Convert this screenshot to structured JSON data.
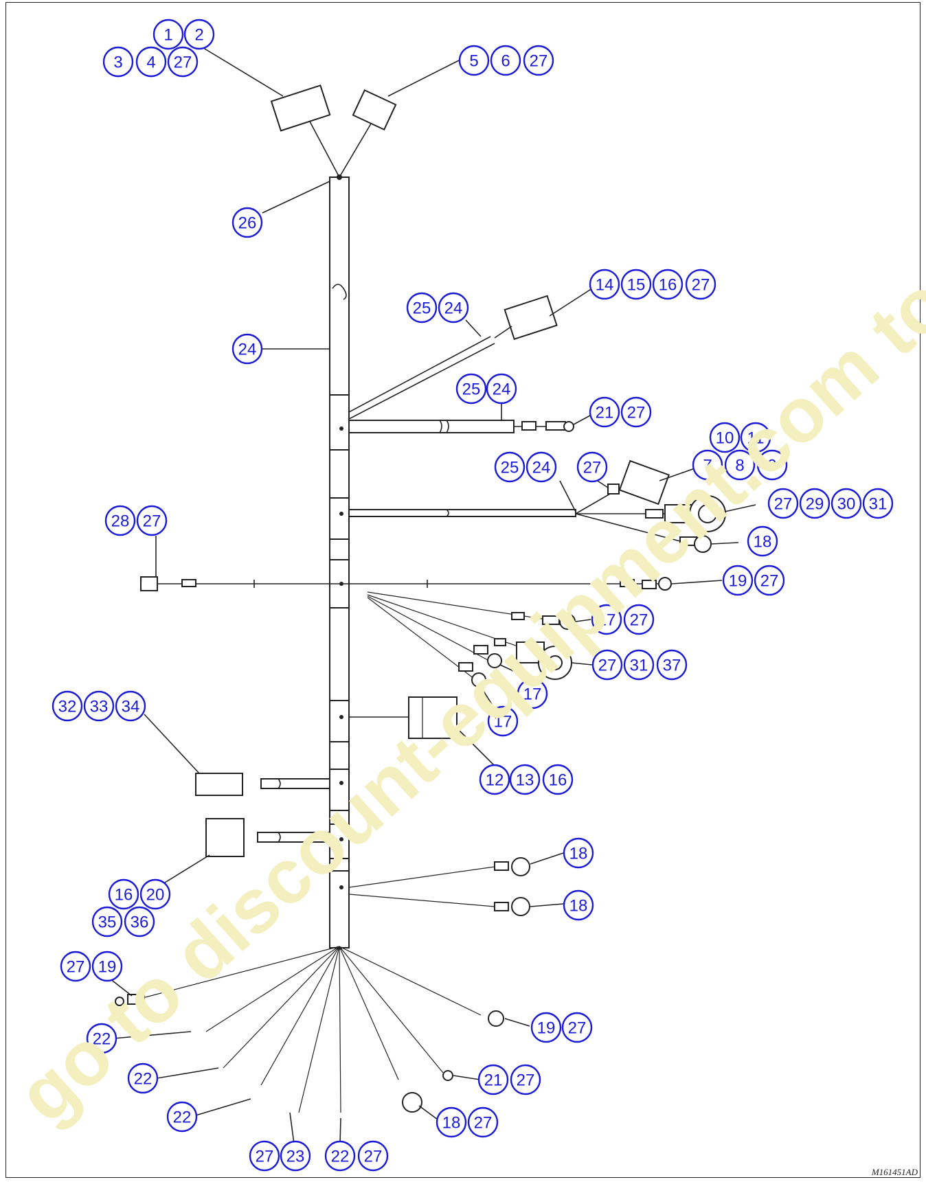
{
  "watermark": "go to discount-equipment.com to order your parts",
  "drawing_id": "M161451AD",
  "callout_groups": [
    {
      "id": "connector-top-left",
      "numbers": [
        "1",
        "2",
        "3",
        "4",
        "27"
      ]
    },
    {
      "id": "connector-top-right",
      "numbers": [
        "5",
        "6",
        "27"
      ]
    },
    {
      "id": "trunk-top",
      "numbers": [
        "26"
      ]
    },
    {
      "id": "trunk-main",
      "numbers": [
        "24"
      ]
    },
    {
      "id": "branch-upper",
      "numbers": [
        "25",
        "24"
      ]
    },
    {
      "id": "connector-upper-right",
      "numbers": [
        "14",
        "15",
        "16",
        "27"
      ]
    },
    {
      "id": "branch-second",
      "numbers": [
        "25",
        "24"
      ]
    },
    {
      "id": "terminal-second",
      "numbers": [
        "21",
        "27"
      ]
    },
    {
      "id": "connector-mid-right",
      "numbers": [
        "10",
        "11",
        "7",
        "8",
        "9"
      ]
    },
    {
      "id": "branch-third",
      "numbers": [
        "25",
        "24"
      ]
    },
    {
      "id": "fuse-third",
      "numbers": [
        "27"
      ]
    },
    {
      "id": "sensor-third",
      "numbers": [
        "27",
        "29",
        "30",
        "31"
      ]
    },
    {
      "id": "ring-third",
      "numbers": [
        "18"
      ]
    },
    {
      "id": "terminal-left",
      "numbers": [
        "28",
        "27"
      ]
    },
    {
      "id": "ring-right-long",
      "numbers": [
        "19",
        "27"
      ]
    },
    {
      "id": "ring-fan-1",
      "numbers": [
        "17",
        "27"
      ]
    },
    {
      "id": "sensor-fan",
      "numbers": [
        "27",
        "31",
        "37"
      ]
    },
    {
      "id": "ring-fan-2",
      "numbers": [
        "17"
      ]
    },
    {
      "id": "ring-fan-3",
      "numbers": [
        "17"
      ]
    },
    {
      "id": "connector-left-1",
      "numbers": [
        "32",
        "33",
        "34"
      ]
    },
    {
      "id": "connector-center",
      "numbers": [
        "12",
        "13",
        "16"
      ]
    },
    {
      "id": "connector-left-2",
      "numbers": [
        "16",
        "20",
        "35",
        "36"
      ]
    },
    {
      "id": "ring-lower-1",
      "numbers": [
        "18"
      ]
    },
    {
      "id": "ring-lower-2",
      "numbers": [
        "18"
      ]
    },
    {
      "id": "bottom-left-terminal",
      "numbers": [
        "27",
        "19"
      ]
    },
    {
      "id": "bottom-splice-1",
      "numbers": [
        "22"
      ]
    },
    {
      "id": "bottom-splice-2",
      "numbers": [
        "22"
      ]
    },
    {
      "id": "bottom-splice-3",
      "numbers": [
        "22"
      ]
    },
    {
      "id": "bottom-splice-4",
      "numbers": [
        "27",
        "23"
      ]
    },
    {
      "id": "bottom-splice-5",
      "numbers": [
        "22",
        "27"
      ]
    },
    {
      "id": "bottom-ring-1",
      "numbers": [
        "18",
        "27"
      ]
    },
    {
      "id": "bottom-terminal-2",
      "numbers": [
        "21",
        "27"
      ]
    },
    {
      "id": "bottom-ring-3",
      "numbers": [
        "19",
        "27"
      ]
    }
  ]
}
